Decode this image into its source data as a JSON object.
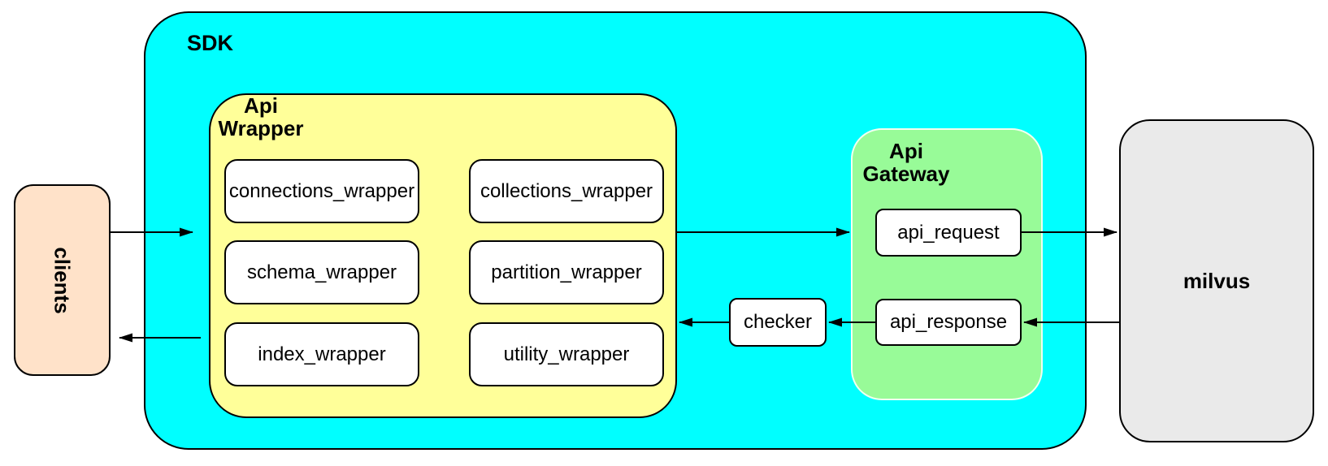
{
  "colors": {
    "sdk_fill": "#00ffff",
    "api_wrapper_fill": "#ffff99",
    "api_gateway_fill": "#98fb98",
    "clients_fill": "#ffe2c9",
    "milvus_fill": "#eaeaea",
    "node_fill": "#ffffff",
    "stroke": "#000000"
  },
  "nodes": {
    "clients": {
      "label": "clients"
    },
    "sdk": {
      "label": "SDK"
    },
    "api_wrapper": {
      "title_line1": "Api",
      "title_line2": "Wrapper",
      "children": [
        "connections_wrapper",
        "collections_wrapper",
        "schema_wrapper",
        "partition_wrapper",
        "index_wrapper",
        "utility_wrapper"
      ]
    },
    "checker": {
      "label": "checker"
    },
    "api_gateway": {
      "title_line1": "Api",
      "title_line2": "Gateway",
      "children": [
        "api_request",
        "api_response"
      ]
    },
    "milvus": {
      "label": "milvus"
    }
  }
}
